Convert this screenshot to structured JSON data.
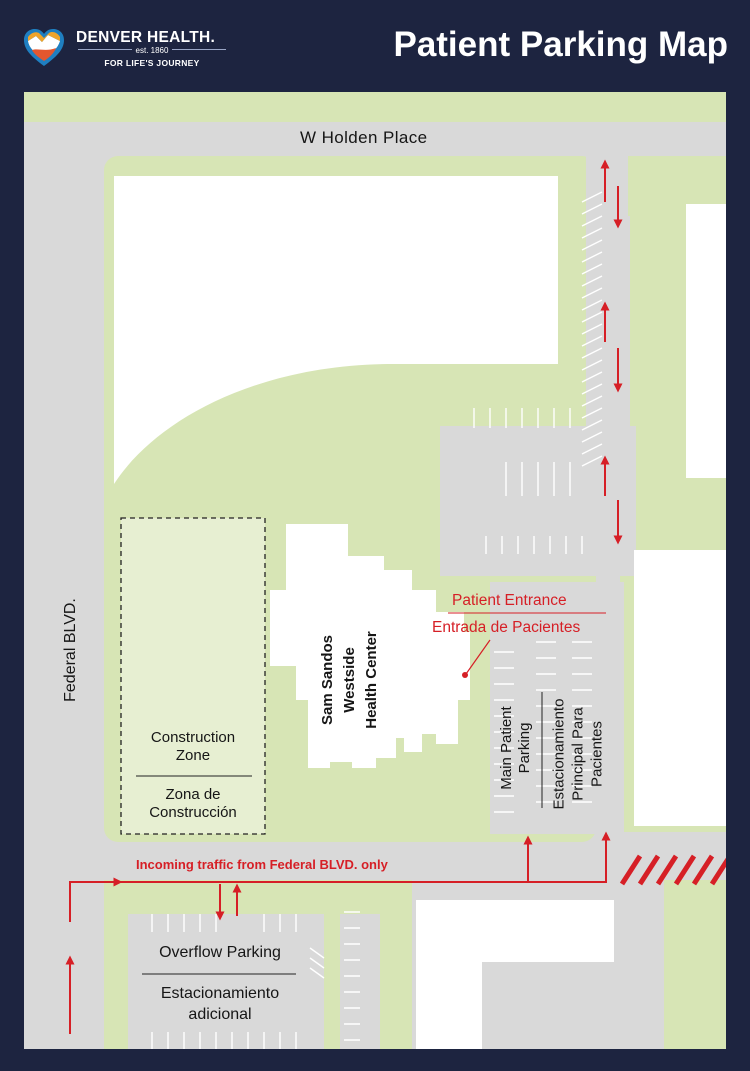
{
  "header": {
    "logo_icon": "heart-mountain-logo",
    "brand_name": "DENVER HEALTH.",
    "established": "est. 1860",
    "tagline": "FOR LIFE'S JOURNEY",
    "title": "Patient Parking Map"
  },
  "streets": {
    "north": "W Holden Place",
    "west": "Federal BLVD."
  },
  "buildings": {
    "health_center": [
      "Sam Sandos",
      "Westside",
      "Health Center"
    ]
  },
  "entrance": {
    "english": "Patient Entrance",
    "spanish": "Entrada de Pacientes"
  },
  "construction": {
    "english": [
      "Construction",
      "Zone"
    ],
    "spanish": [
      "Zona de",
      "Construcción"
    ]
  },
  "main_parking": {
    "english": [
      "Main Patient",
      "Parking"
    ],
    "spanish": [
      "Estacionamiento",
      "Principal Para",
      "Pacientes"
    ]
  },
  "overflow_parking": {
    "english": "Overflow Parking",
    "spanish": [
      "Estacionamiento",
      "adicional"
    ]
  },
  "traffic_note": "Incoming traffic from Federal BLVD. only",
  "colors": {
    "frame": "#1d2440",
    "road": "#d9d9d9",
    "lawn": "#d7e5b5",
    "building": "#ffffff",
    "accent": "#d61f26"
  }
}
